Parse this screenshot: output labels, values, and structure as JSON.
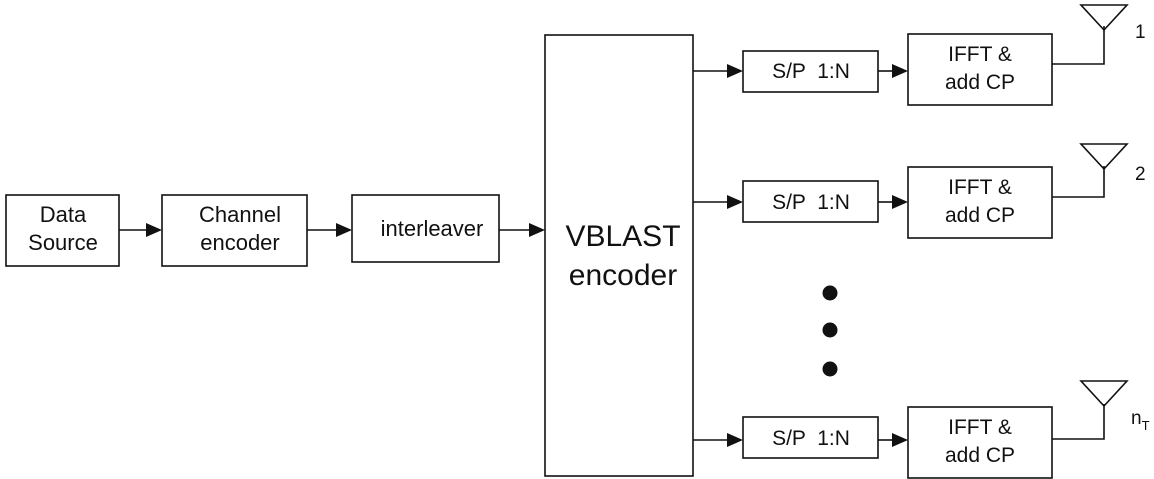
{
  "blocks": {
    "data_source": [
      "Data",
      "Source"
    ],
    "channel_encoder": [
      "Channel",
      "encoder"
    ],
    "interleaver": [
      "interleaver"
    ],
    "vblast_encoder": [
      "VBLAST",
      "encoder"
    ]
  },
  "branches": [
    {
      "sp_label": "S/P  1:N",
      "ifft_label": [
        "IFFT &",
        "add CP"
      ],
      "antenna_label": "1",
      "antenna_sub": ""
    },
    {
      "sp_label": "S/P  1:N",
      "ifft_label": [
        "IFFT &",
        "add CP"
      ],
      "antenna_label": "2",
      "antenna_sub": ""
    },
    {
      "sp_label": "S/P  1:N",
      "ifft_label": [
        "IFFT &",
        "add CP"
      ],
      "antenna_label": "n",
      "antenna_sub": "T"
    }
  ]
}
